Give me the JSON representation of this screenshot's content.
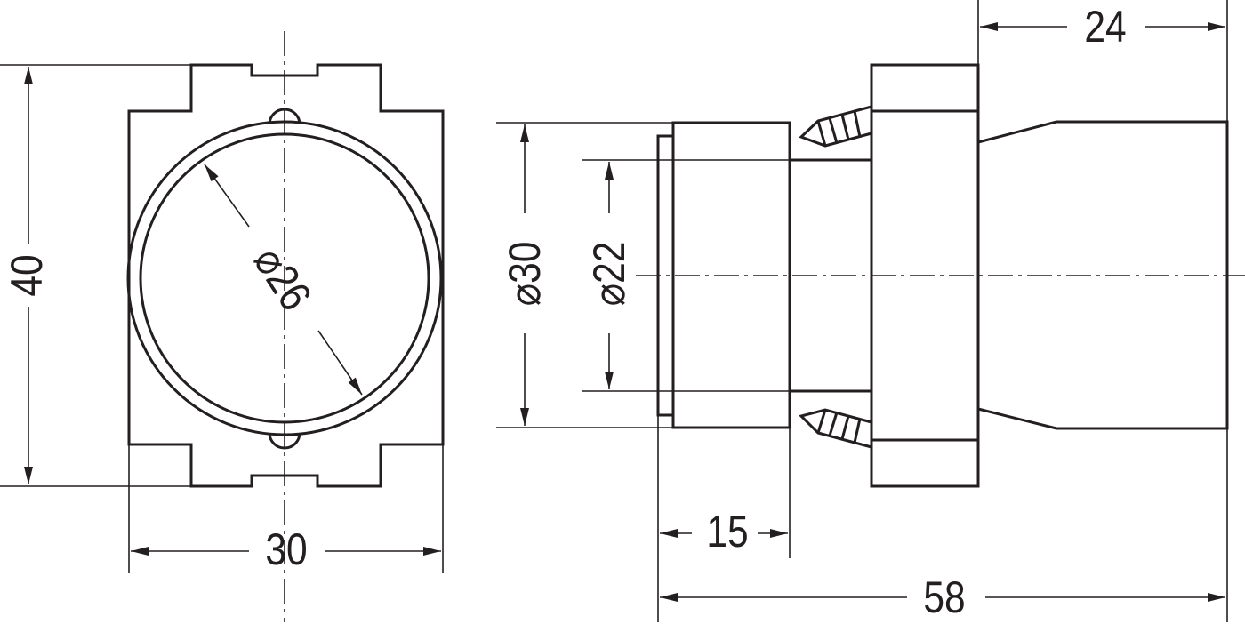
{
  "drawing": {
    "front_view": {
      "height_dim": "40",
      "width_dim": "30",
      "diameter_dim": "⌀26"
    },
    "side_view": {
      "cap_diameter_dim": "⌀30",
      "shaft_diameter_dim": "⌀22",
      "rear_length_dim": "24",
      "cap_length_dim": "15",
      "total_length_dim": "58"
    },
    "colors": {
      "line": "#231f20",
      "background": "#ffffff"
    }
  }
}
